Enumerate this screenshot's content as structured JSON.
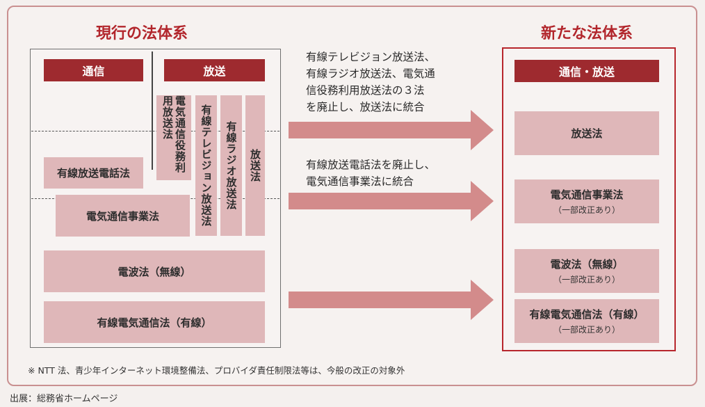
{
  "current": {
    "title": "現行の法体系",
    "tsushin_header": "通信",
    "hoso_header": "放送",
    "laws": {
      "yusen_hoso_denwa": "有線放送電話法",
      "denki_tsushin_jigyo": "電気通信事業法",
      "denpa": "電波法（無線）",
      "yusen_denki_tsushin": "有線電気通信法（有線）",
      "denki_tsushin_ekimu": "電気通信役務利用放送法",
      "yusen_tv": "有線テレビジョン放送法",
      "yusen_radio": "有線ラジオ放送法",
      "hoso": "放送法"
    }
  },
  "transitions": {
    "desc1": [
      "有線テレビジョン放送法、",
      "有線ラジオ放送法、電気通",
      "信役務利用放送法の３法",
      "を廃止し、放送法に統合"
    ],
    "desc2": [
      "有線放送電話法を廃止し、",
      "電気通信事業法に統合"
    ]
  },
  "new": {
    "title": "新たな法体系",
    "header": "通信・放送",
    "laws": [
      {
        "name": "放送法",
        "note": ""
      },
      {
        "name": "電気通信事業法",
        "note": "（一部改正あり）"
      },
      {
        "name": "電波法（無線）",
        "note": "（一部改正あり）"
      },
      {
        "name": "有線電気通信法（有線）",
        "note": "（一部改正あり）"
      }
    ]
  },
  "footnote": "※ NTT 法、青少年インターネット環境整備法、プロバイダ責任制限法等は、今般の改正の対象外",
  "source": "出展：総務省ホームページ",
  "colors": {
    "accent": "#9e2a2f",
    "law_fill": "#dfb7b9",
    "arrow": "#d38b8b",
    "title": "#b2262c"
  }
}
